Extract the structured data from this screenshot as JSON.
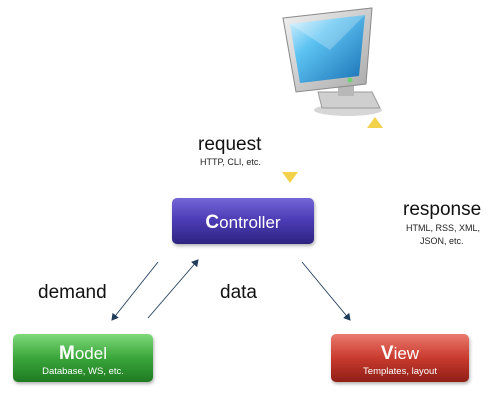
{
  "diagram": {
    "controller": {
      "initial": "C",
      "rest": "ontroller",
      "color": "#4a3ab3"
    },
    "model": {
      "initial": "M",
      "rest": "odel",
      "subtitle": "Database, WS, etc.",
      "color": "#3aa63a"
    },
    "view": {
      "initial": "V",
      "rest": "iew",
      "subtitle": "Templates, layout",
      "color": "#c93a2e"
    },
    "request": {
      "label": "request",
      "detail": "HTTP, CLI, etc."
    },
    "response": {
      "label": "response",
      "detail_line1": "HTML, RSS, XML,",
      "detail_line2": "JSON, etc."
    },
    "demand_label": "demand",
    "data_label": "data",
    "client_icon": "monitor-icon",
    "arrow_color": "#f5e27a"
  }
}
